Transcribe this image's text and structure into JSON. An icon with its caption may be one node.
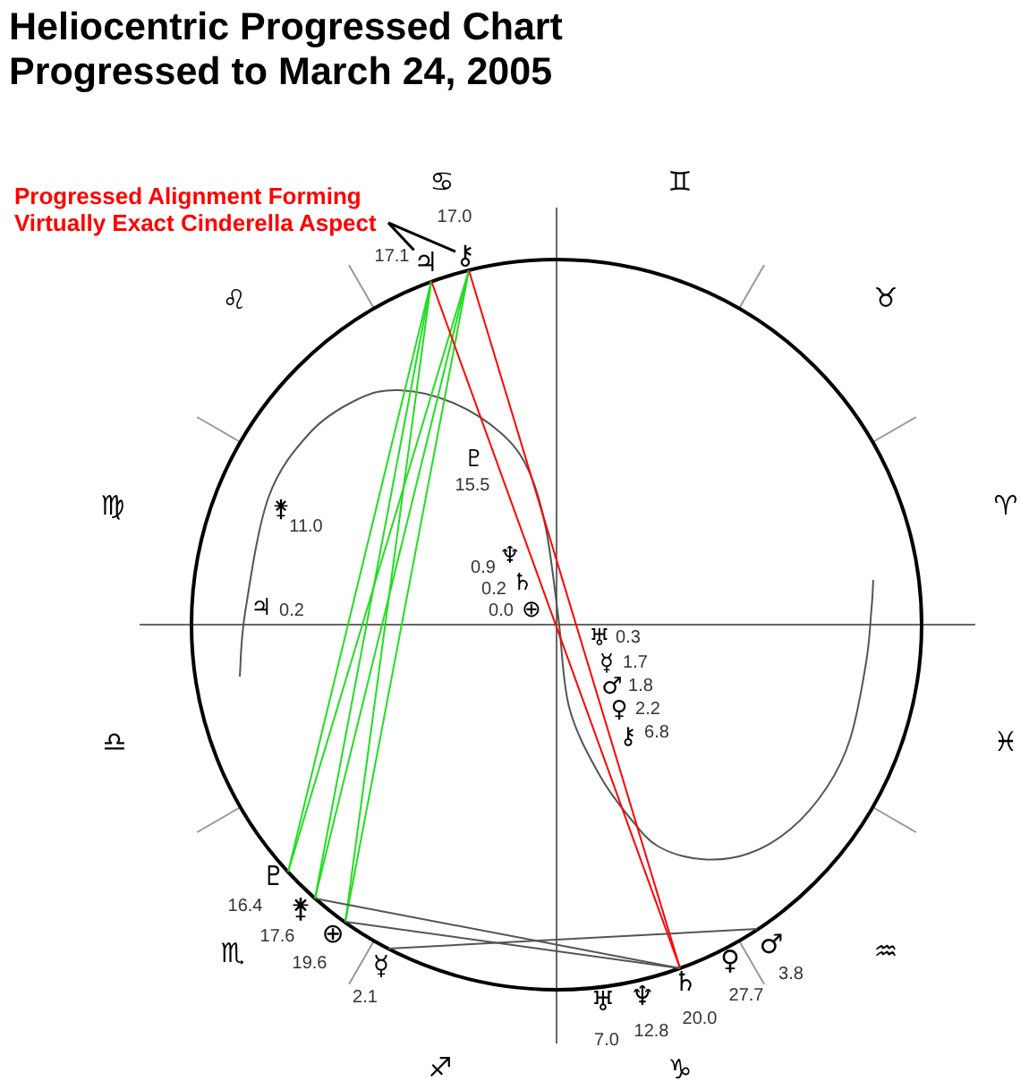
{
  "diagram": {
    "title": "Heliocentric Progressed Chart Progressed to March 24, 2005",
    "nodes": [
      {
        "text": [
          "Progressed Alignment Forming Virtually Exact Cinderella Aspect"
        ]
      },
      {
        "text": [
          "♃"
        ],
        "beside": [
          "17.1"
        ]
      },
      {
        "text": [
          "⚷"
        ],
        "beside": [
          "17.0"
        ]
      },
      {
        "text": [
          "♇"
        ],
        "beside": [
          "16.4"
        ]
      },
      {
        "text": [
          "⚵"
        ],
        "beside": [
          "17.6"
        ]
      },
      {
        "text": [
          "⊕"
        ],
        "beside": [
          "19.6"
        ]
      },
      {
        "text": [
          "☿"
        ],
        "beside": [
          "2.1"
        ]
      },
      {
        "text": [
          "♂"
        ],
        "beside": [
          "3.8"
        ]
      },
      {
        "text": [
          "♄"
        ],
        "beside": [
          "20.0"
        ]
      }
    ],
    "edges": [
      {
        "from": 0,
        "to": 1,
        "arrow": "none",
        "color": "#000000"
      },
      {
        "from": 0,
        "to": 2,
        "arrow": "none",
        "color": "#000000"
      },
      {
        "from": 1,
        "to": 3,
        "arrow": "none"
      },
      {
        "from": 1,
        "to": 4,
        "arrow": "none"
      },
      {
        "from": 1,
        "to": 5,
        "arrow": "none"
      },
      {
        "from": 2,
        "to": 3,
        "arrow": "none"
      },
      {
        "from": 2,
        "to": 4,
        "arrow": "none"
      },
      {
        "from": 2,
        "to": 5,
        "arrow": "none"
      },
      {
        "from": 1,
        "to": 8,
        "arrow": "none",
        "color": "#ff0000"
      },
      {
        "from": 2,
        "to": 8,
        "arrow": "none",
        "color": "#ff0000"
      },
      {
        "from": 4,
        "to": 8,
        "arrow": "none",
        "color": "#555555"
      },
      {
        "from": 5,
        "to": 8,
        "arrow": "none",
        "color": "#555555"
      },
      {
        "from": 6,
        "to": 7,
        "arrow": "none",
        "color": "#555555"
      }
    ],
    "labels": [
      "♋",
      "♊",
      "♌",
      "♉",
      "♇",
      "15.5",
      "♈",
      "♍",
      "⚵",
      "11.0",
      "♆",
      "0.9",
      "♄",
      "0.2",
      "⊕",
      "0.0",
      "♃",
      "0.2",
      "♅",
      "0.3",
      "☿",
      "1.7",
      "♂",
      "1.8",
      "♀",
      "2.2",
      "⚷",
      "6.8",
      "♎",
      "♓",
      "♏",
      "♒",
      "♀",
      "27.7",
      "♅",
      "7.0",
      "♆",
      "12.8",
      "♐",
      "♑"
    ]
  }
}
